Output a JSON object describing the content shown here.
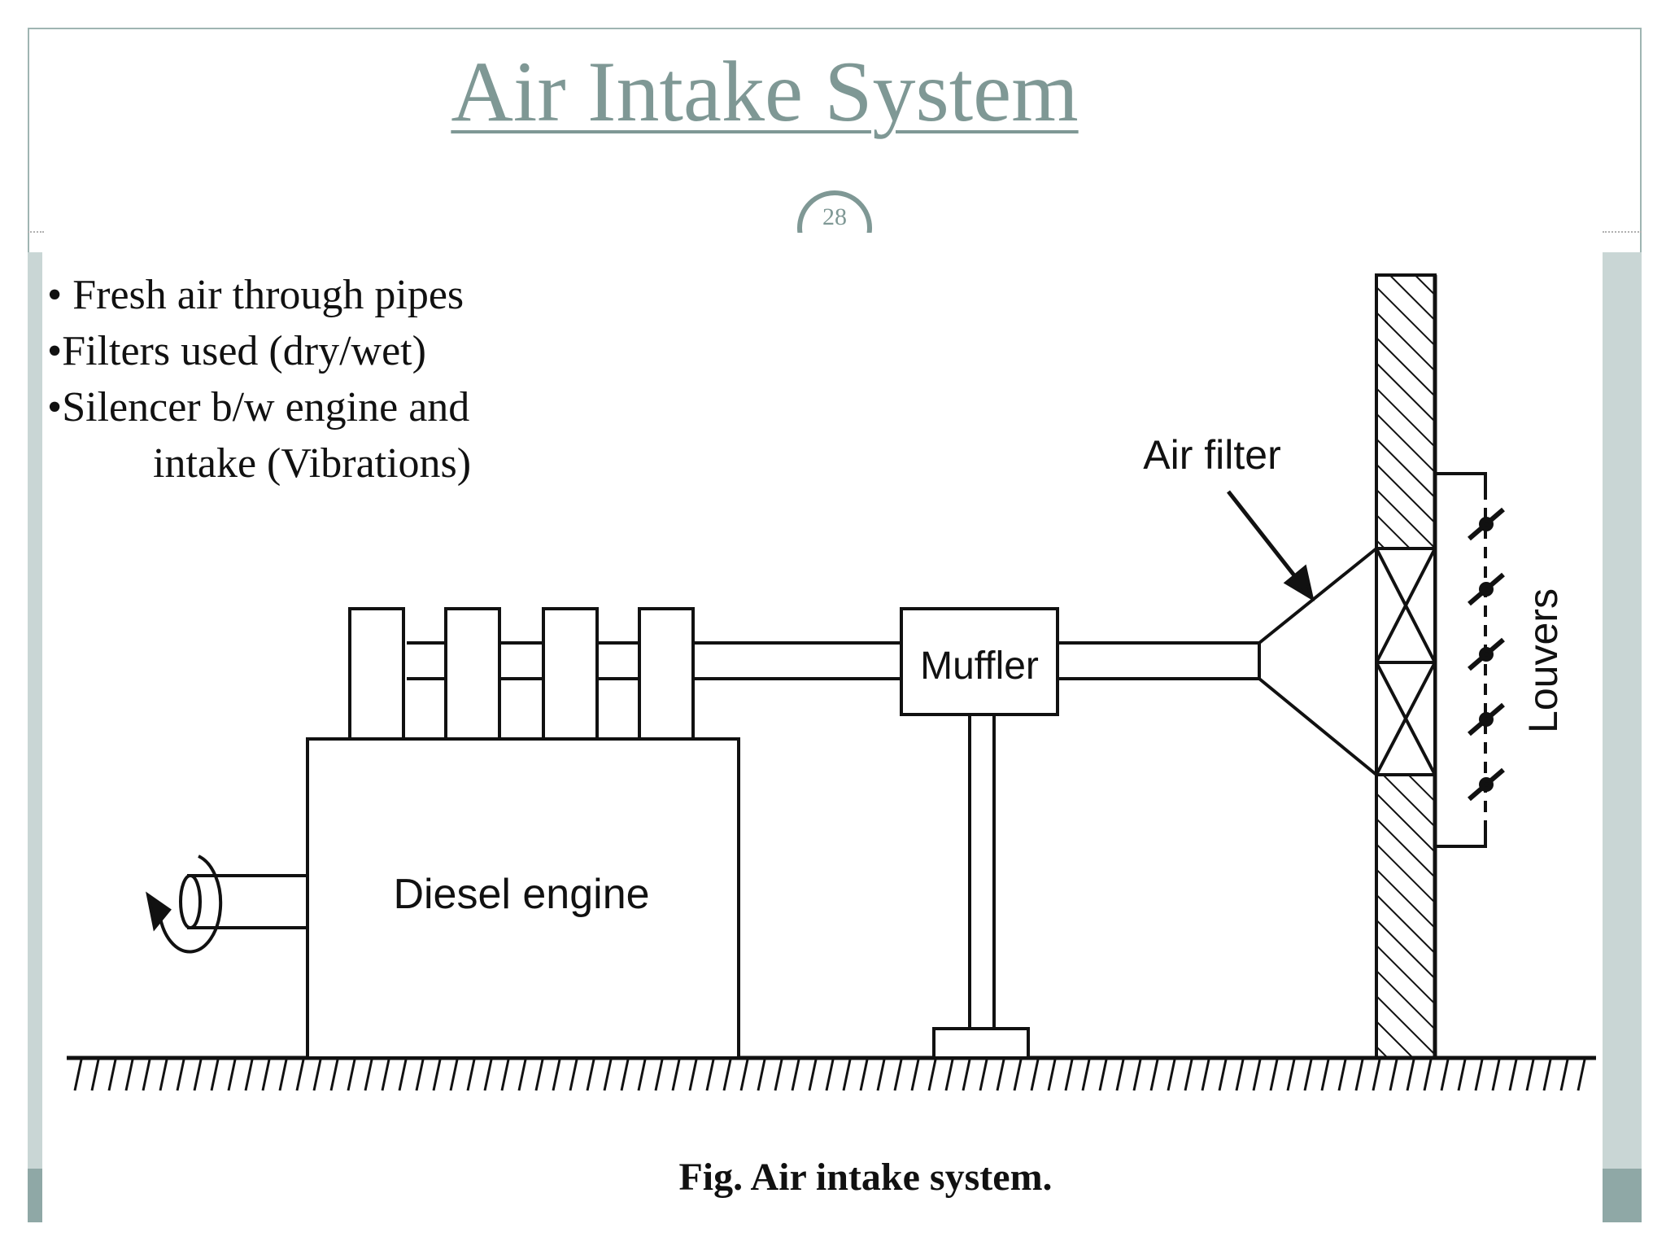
{
  "slide": {
    "title": "Air Intake System",
    "page_number": "28",
    "colors": {
      "accent": "#7f9895",
      "bar_light": "#c9d6d5",
      "bar_dark": "#8fa8a6"
    }
  },
  "bullets": [
    {
      "mark": "•",
      "text": " Fresh air through pipes"
    },
    {
      "mark": "•",
      "text": "Filters used (dry/wet)"
    },
    {
      "mark": "•",
      "text": "Silencer b/w engine and"
    }
  ],
  "bullet_continuation": "intake (Vibrations)",
  "diagram": {
    "labels": {
      "engine": "Diesel engine",
      "muffler": "Muffler",
      "air_filter": "Air filter",
      "louvers": "Louvers"
    },
    "caption": "Fig. Air intake system."
  }
}
